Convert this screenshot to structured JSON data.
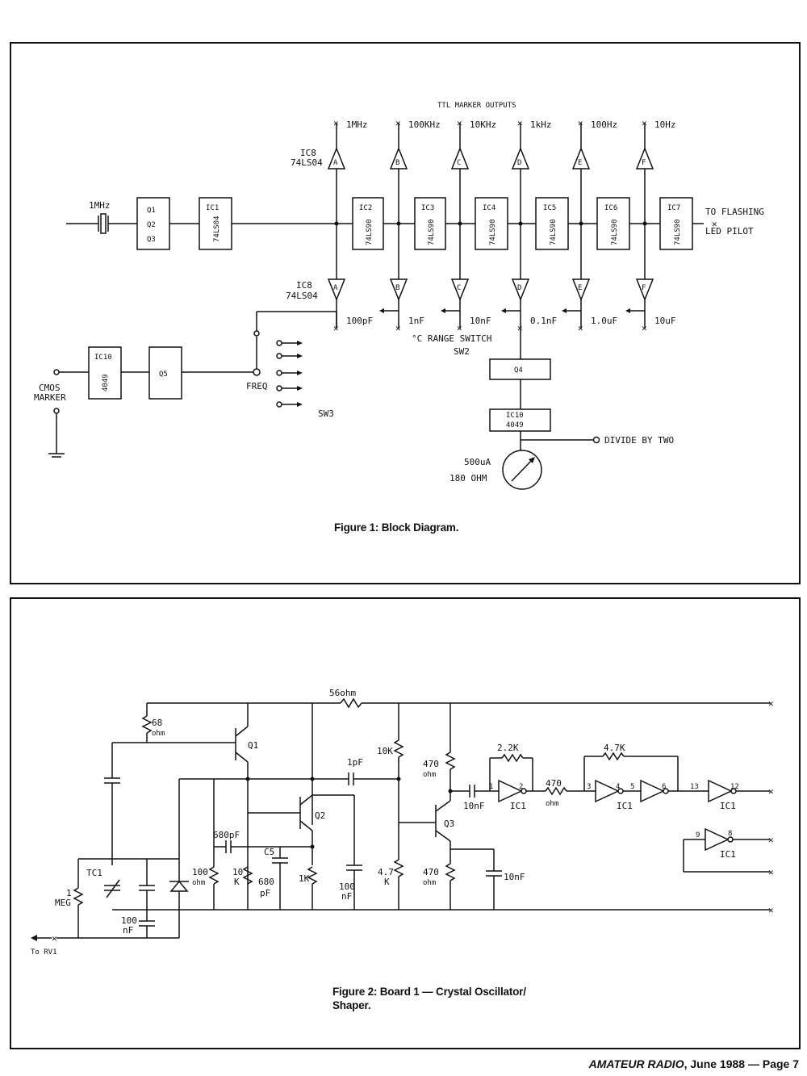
{
  "figure1": {
    "caption": "Figure 1: Block Diagram.",
    "ttl_header": "TTL MARKER OUTPUTS",
    "outputs_top": [
      "1MHz",
      "100KHz",
      "10KHz",
      "1kHz",
      "100Hz",
      "10Hz"
    ],
    "gate_letters": [
      "A",
      "B",
      "C",
      "D",
      "E",
      "F"
    ],
    "ic8_top": "IC8",
    "ic8_top_part": "74LS04",
    "ic8_bottom": "IC8",
    "ic8_bottom_part": "74LS04",
    "crystal": "1MHz",
    "q_block": [
      "Q1",
      "Q2",
      "Q3"
    ],
    "ic1": {
      "name": "IC1",
      "part": "74LS04"
    },
    "dividers": [
      {
        "name": "IC2",
        "part": "74LS90"
      },
      {
        "name": "IC3",
        "part": "74LS90"
      },
      {
        "name": "IC4",
        "part": "74LS90"
      },
      {
        "name": "IC5",
        "part": "74LS90"
      },
      {
        "name": "IC6",
        "part": "74LS90"
      },
      {
        "name": "IC7",
        "part": "74LS90"
      }
    ],
    "flashing_line1": "TO FLASHING",
    "flashing_line2": "LED PILOT",
    "caps": [
      "100pF",
      "1nF",
      "10nF",
      "0.1nF",
      "1.0uF",
      "10uF"
    ],
    "range_switch": "°C RANGE SWITCH",
    "sw2": "SW2",
    "q4": "Q4",
    "ic10_right": {
      "name": "IC10",
      "part": "4049"
    },
    "divide": "DIVIDE BY TWO",
    "meter1": "500uA",
    "meter2": "180 OHM",
    "cmos1": "CMOS",
    "cmos2": "MARKER",
    "ic10_left": {
      "name": "IC10",
      "part": "4049"
    },
    "q5": "Q5",
    "freq": "FREQ",
    "sw3": "SW3"
  },
  "figure2": {
    "caption_line1": "Figure 2: Board 1 — Crystal Oscillator/",
    "caption_line2": "Shaper.",
    "r56": "56ohm",
    "r68": "68",
    "r68u": "ohm",
    "q1": "Q1",
    "q2": "Q2",
    "q3": "Q3",
    "r10k": "10K",
    "c1pf": "1pF",
    "r470a": "470",
    "r470au": "ohm",
    "c10nf_a": "10nF",
    "r22k": "2.2K",
    "r470b": "470",
    "r470bu": "ohm",
    "r47k_top": "4.7K",
    "c680": "680pF",
    "c5": "C5",
    "c5v": "680",
    "c5u": "pF",
    "r100": "100",
    "r100u": "ohm",
    "r10ka": "10",
    "r10kb": "K",
    "r1k": "1K",
    "c100nf_a": "100",
    "c100nf_au": "nF",
    "r47k_a": "4.7",
    "r47k_b": "K",
    "r470c": "470",
    "r470cu": "ohm",
    "c10nf_b": "10nF",
    "tc1": "TC1",
    "meg1": "1",
    "meg2": "MEG",
    "c100nf_b": "100",
    "c100nf_bu": "nF",
    "to_rv": "To RV1",
    "ic1": "IC1",
    "pins": [
      "1",
      "2",
      "3",
      "4",
      "5",
      "6",
      "13",
      "12",
      "9",
      "8"
    ]
  },
  "footer": {
    "magazine": "AMATEUR RADIO",
    "issue": ", June 1988 — Page 7"
  }
}
